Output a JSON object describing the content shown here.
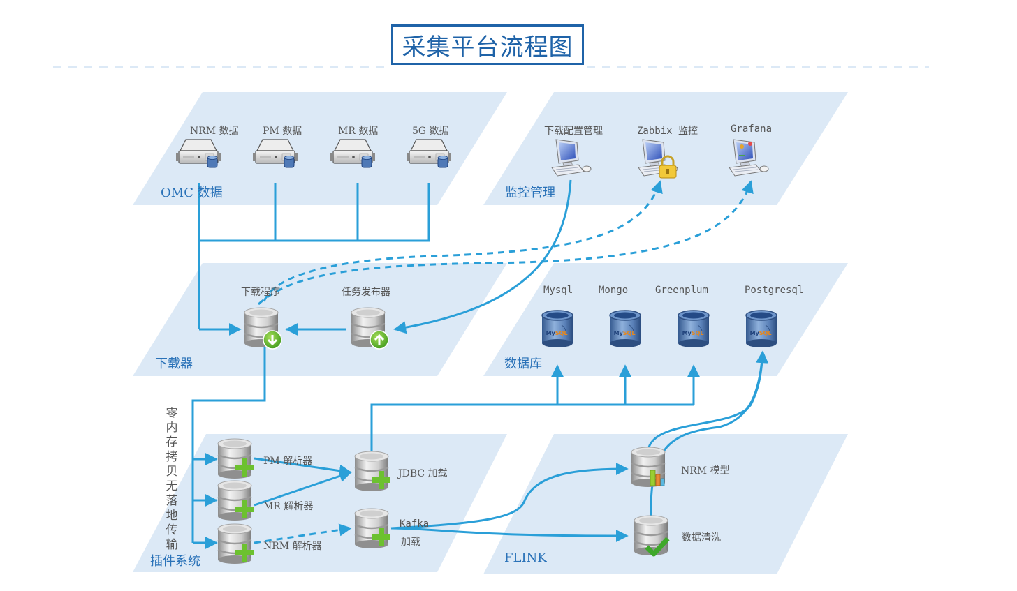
{
  "title": "采集平台流程图",
  "colors": {
    "accent": "#1f63a8",
    "panel": "#dce9f6",
    "connector": "#2a9fd8",
    "label": "#555555",
    "panel_label": "#2a72b8"
  },
  "panels": {
    "omc": {
      "label": "OMC  数据",
      "items": [
        {
          "label": "NRM  数据",
          "icon": "server-database-icon"
        },
        {
          "label": "PM 数据",
          "icon": "server-database-icon"
        },
        {
          "label": "MR 数据",
          "icon": "server-database-icon"
        },
        {
          "label": "5G 数据",
          "icon": "server-database-icon"
        }
      ]
    },
    "monitor": {
      "label": "监控管理",
      "items": [
        {
          "label": "下载配置管理",
          "icon": "computer-icon"
        },
        {
          "label": "Zabbix 监控",
          "icon": "computer-lock-icon"
        },
        {
          "label": "Grafana",
          "icon": "computer-desktop-icon"
        }
      ]
    },
    "downloader": {
      "label": "下载器",
      "items": [
        {
          "label": "下载程序",
          "icon": "database-download-icon"
        },
        {
          "label": "任务发布器",
          "icon": "database-upload-icon"
        }
      ]
    },
    "database": {
      "label": "数据库",
      "items": [
        {
          "label": "Mysql",
          "icon": "mysql-database-icon"
        },
        {
          "label": "Mongo",
          "icon": "mysql-database-icon"
        },
        {
          "label": "Greenplum",
          "icon": "mysql-database-icon"
        },
        {
          "label": "Postgresql",
          "icon": "mysql-database-icon"
        }
      ]
    },
    "plugin": {
      "label": "插件系统",
      "items": [
        {
          "label": "PM  解析器",
          "icon": "database-add-icon"
        },
        {
          "label": "MR  解析器",
          "icon": "database-add-icon"
        },
        {
          "label": "NRM  解析器",
          "icon": "database-add-icon"
        },
        {
          "label": "JDBC  加载",
          "icon": "database-add-icon"
        },
        {
          "label": "Kafka",
          "label2": "加载",
          "icon": "database-add-icon"
        }
      ]
    },
    "flink": {
      "label": "FLINK",
      "items": [
        {
          "label": "NRM   模型",
          "icon": "database-chart-icon"
        },
        {
          "label": "数据清洗",
          "icon": "database-check-icon"
        }
      ]
    }
  },
  "side_note": "零内存拷贝无落地传输"
}
